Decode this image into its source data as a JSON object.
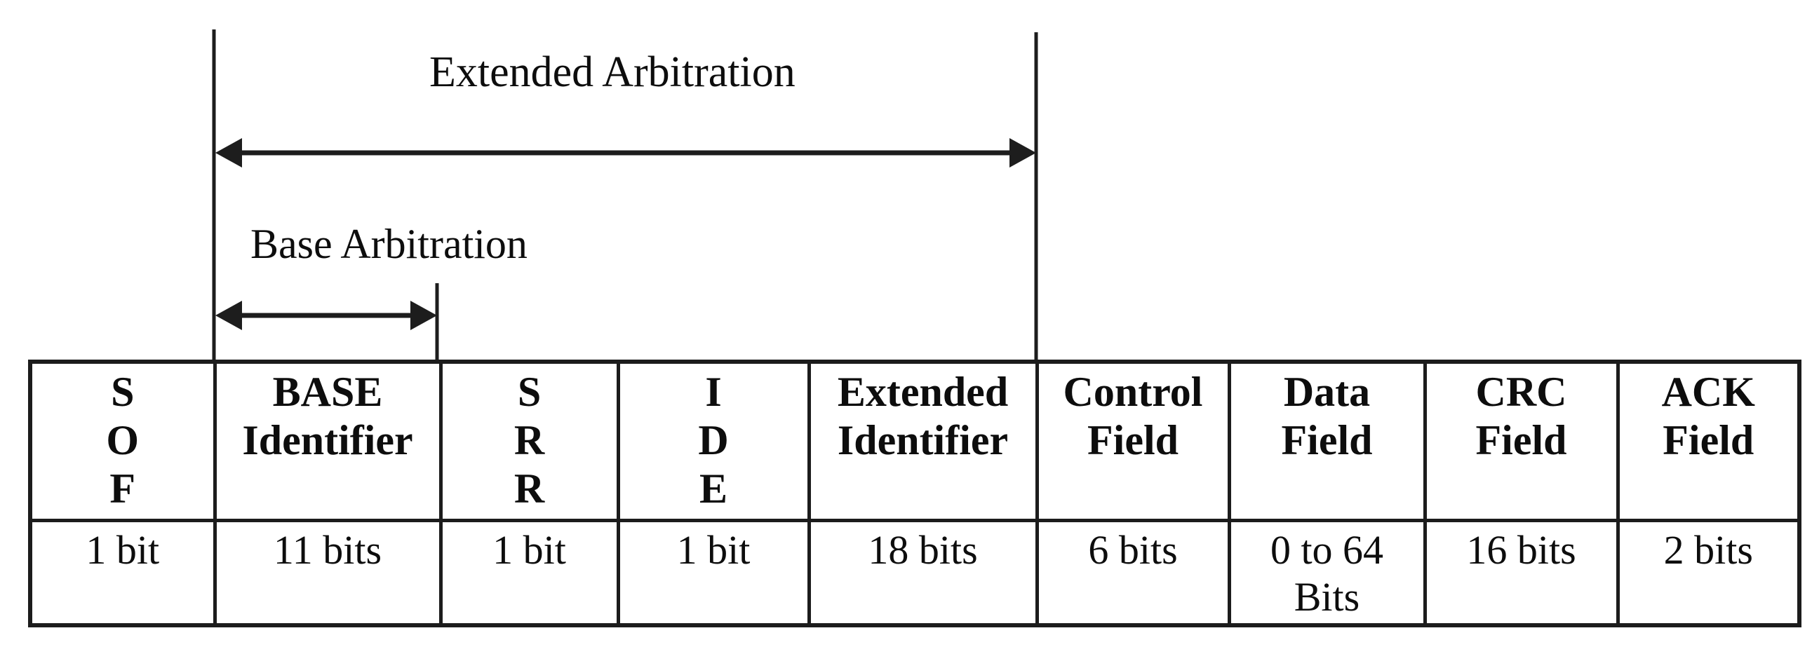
{
  "annotations": {
    "extended_arbitration_label": "Extended Arbitration",
    "base_arbitration_label": "Base Arbitration"
  },
  "table": {
    "columns": [
      {
        "field": "SOF",
        "label_lines": [
          "S",
          "O",
          "F"
        ],
        "bits_lines": [
          "1 bit"
        ]
      },
      {
        "field": "BASE Identifier",
        "label_lines": [
          "BASE",
          "Identifier"
        ],
        "bits_lines": [
          "11 bits"
        ]
      },
      {
        "field": "SRR",
        "label_lines": [
          "S",
          "R",
          "R"
        ],
        "bits_lines": [
          "1 bit"
        ]
      },
      {
        "field": "IDE",
        "label_lines": [
          "I",
          "D",
          "E"
        ],
        "bits_lines": [
          "1 bit"
        ]
      },
      {
        "field": "Extended Identifier",
        "label_lines": [
          "Extended",
          "Identifier"
        ],
        "bits_lines": [
          "18 bits"
        ]
      },
      {
        "field": "Control Field",
        "label_lines": [
          "Control",
          "Field"
        ],
        "bits_lines": [
          "6 bits"
        ]
      },
      {
        "field": "Data Field",
        "label_lines": [
          "Data",
          "Field"
        ],
        "bits_lines": [
          "0 to 64",
          "Bits"
        ]
      },
      {
        "field": "CRC Field",
        "label_lines": [
          "CRC",
          "Field"
        ],
        "bits_lines": [
          "16 bits"
        ]
      },
      {
        "field": "ACK Field",
        "label_lines": [
          "ACK",
          "Field"
        ],
        "bits_lines": [
          "2 bits"
        ]
      }
    ]
  },
  "colors": {
    "line": "#1d1d1d",
    "text": "#0d0d0d",
    "background": "#ffffff"
  }
}
